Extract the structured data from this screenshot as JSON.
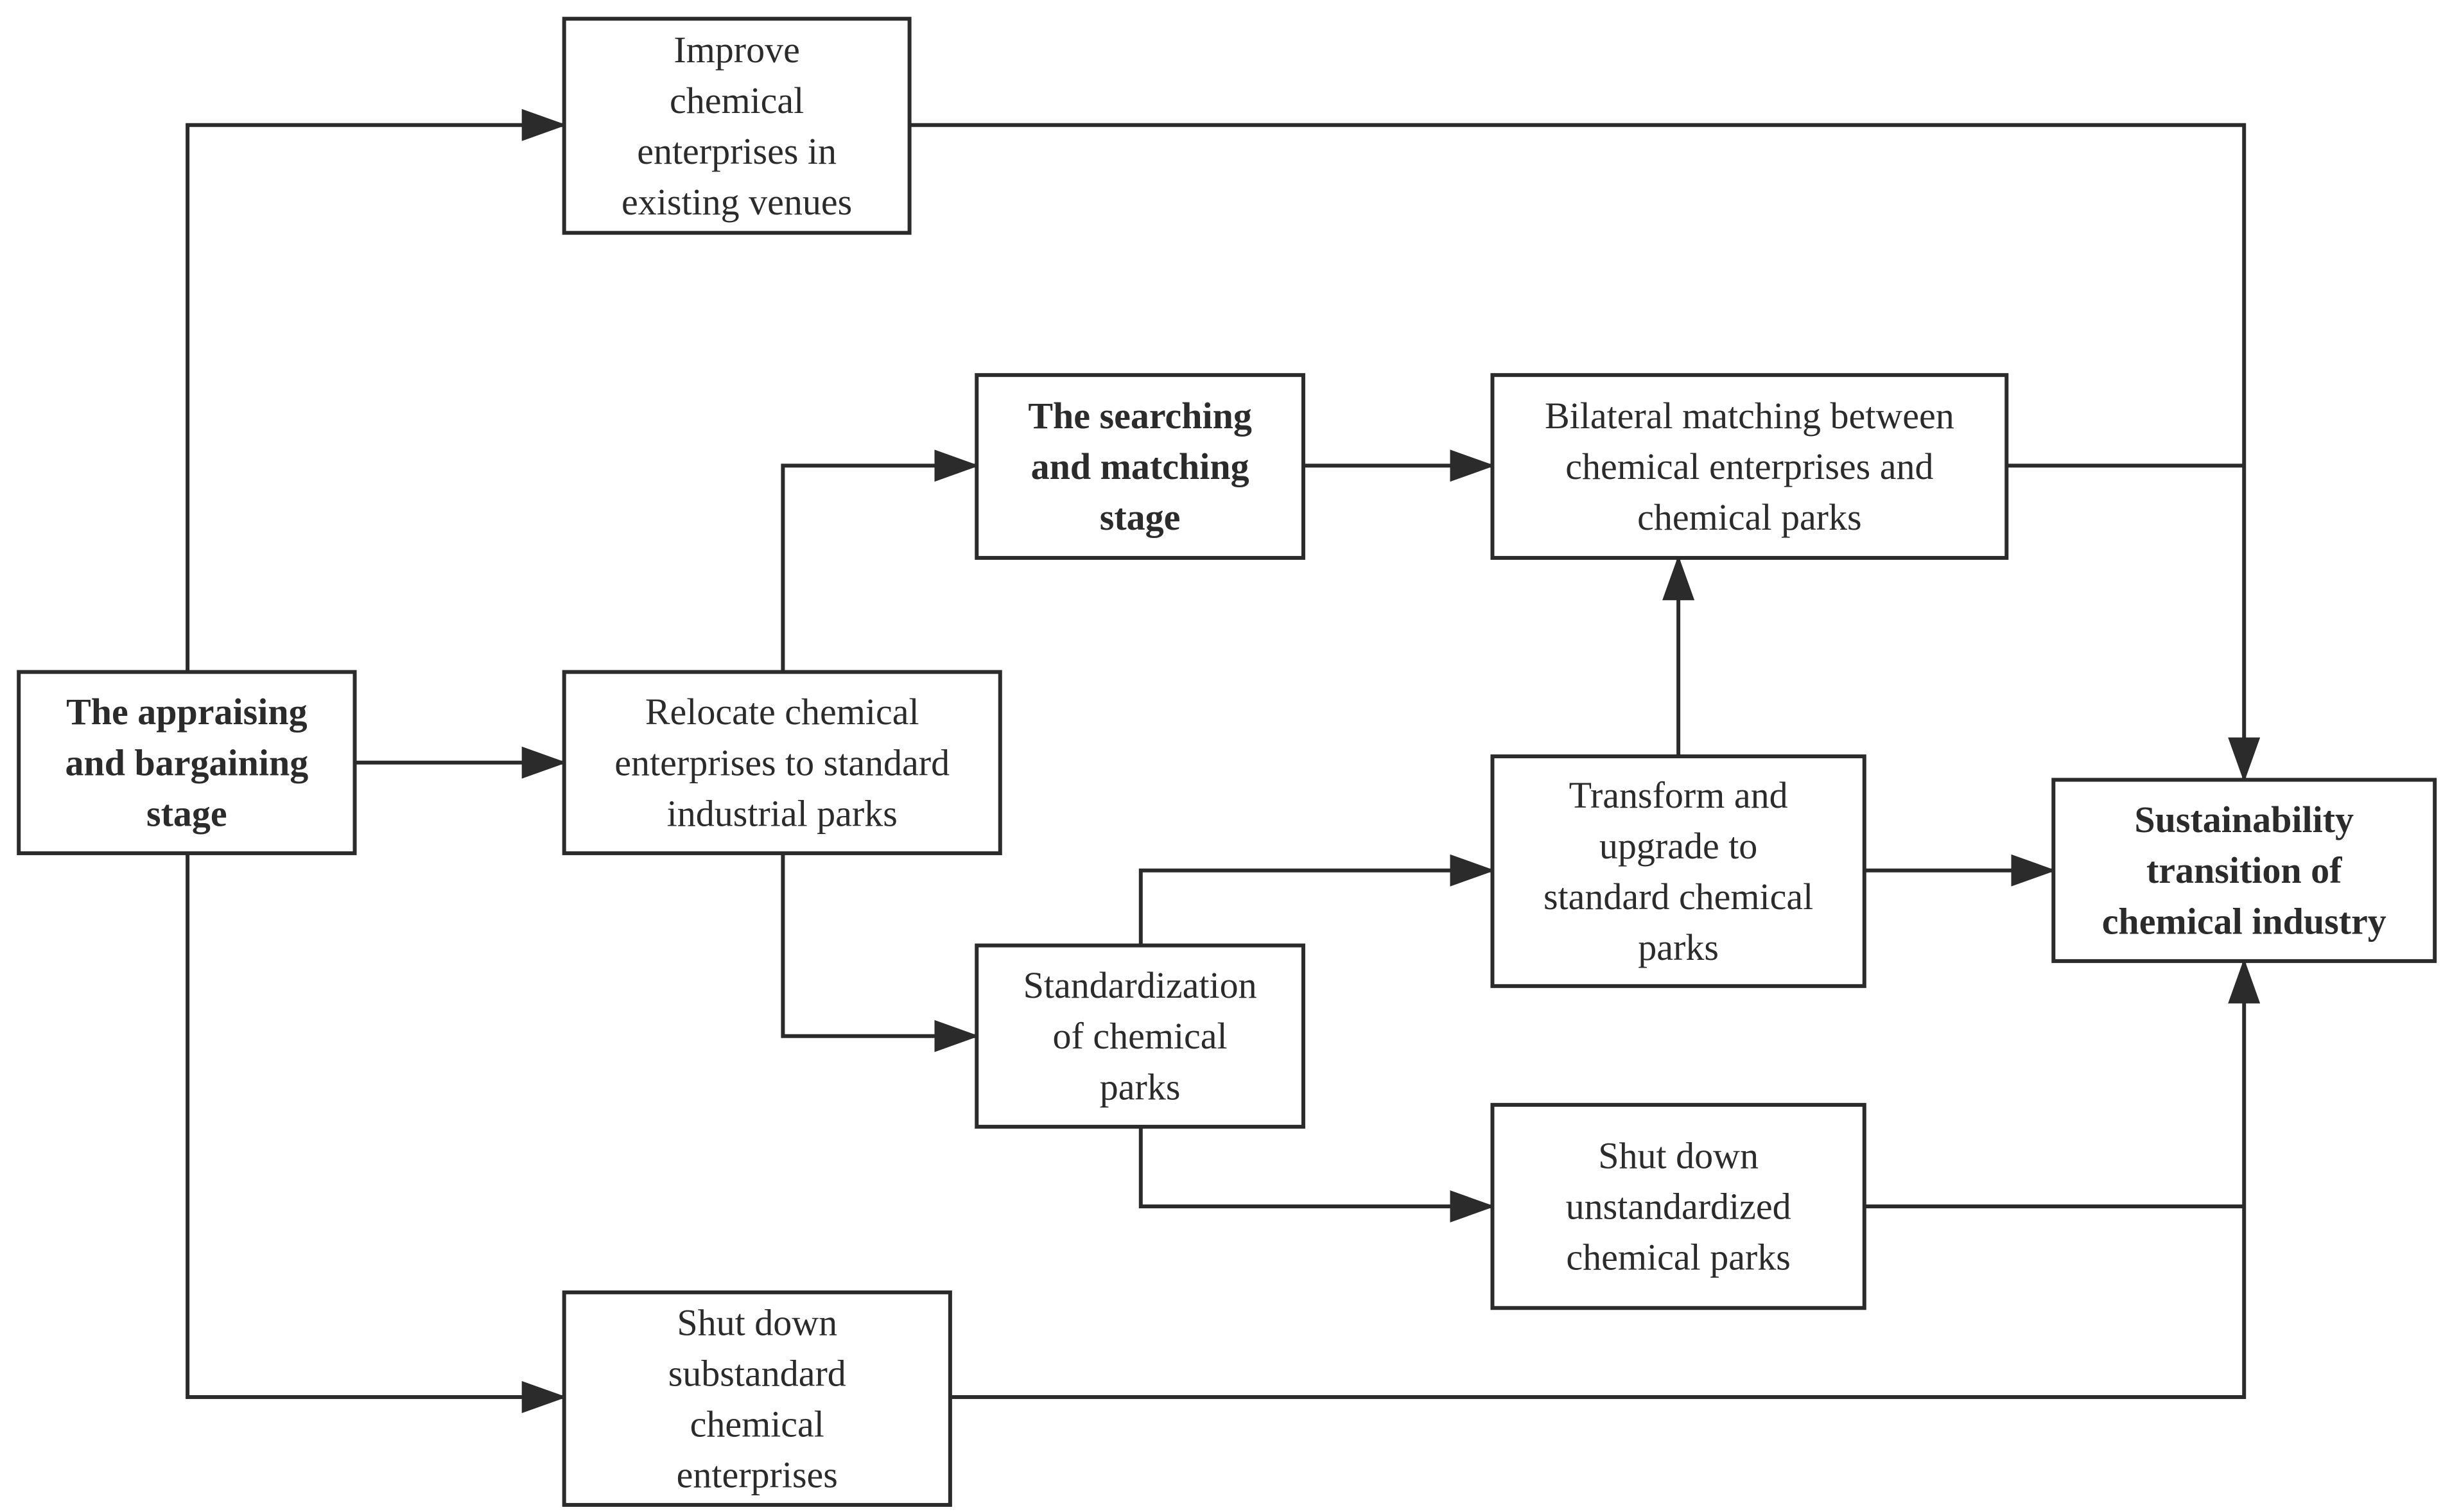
{
  "colors": {
    "stroke": "#2b2b2b",
    "fill": "#ffffff",
    "text": "#2b2b2b"
  },
  "nodes": {
    "appraising": {
      "lines": [
        "The appraising",
        "and bargaining",
        "stage"
      ],
      "bold": true
    },
    "improve": {
      "lines": [
        "Improve",
        "chemical",
        "enterprises in",
        "existing venues"
      ],
      "bold": false
    },
    "relocate": {
      "lines": [
        "Relocate chemical",
        "enterprises to standard",
        "industrial parks"
      ],
      "bold": false
    },
    "shut_substandard": {
      "lines": [
        "Shut down",
        "substandard",
        "chemical",
        "enterprises"
      ],
      "bold": false
    },
    "searching": {
      "lines": [
        "The searching",
        "and matching",
        "stage"
      ],
      "bold": true
    },
    "standardization": {
      "lines": [
        "Standardization",
        "of chemical",
        "parks"
      ],
      "bold": false
    },
    "bilateral": {
      "lines": [
        "Bilateral matching between",
        "chemical enterprises and",
        "chemical parks"
      ],
      "bold": false
    },
    "transform": {
      "lines": [
        "Transform and",
        "upgrade to",
        "standard chemical",
        "parks"
      ],
      "bold": false
    },
    "shut_unstandardized": {
      "lines": [
        "Shut down",
        "unstandardized",
        "chemical parks"
      ],
      "bold": false
    },
    "sustainability": {
      "lines": [
        "Sustainability",
        "transition of",
        "chemical industry"
      ],
      "bold": true
    }
  },
  "edges": [
    {
      "from": "appraising",
      "to": "improve"
    },
    {
      "from": "appraising",
      "to": "relocate"
    },
    {
      "from": "appraising",
      "to": "shut_substandard"
    },
    {
      "from": "relocate",
      "to": "searching"
    },
    {
      "from": "relocate",
      "to": "standardization"
    },
    {
      "from": "searching",
      "to": "bilateral"
    },
    {
      "from": "standardization",
      "to": "transform"
    },
    {
      "from": "standardization",
      "to": "shut_unstandardized"
    },
    {
      "from": "transform",
      "to": "bilateral"
    },
    {
      "from": "transform",
      "to": "sustainability"
    },
    {
      "from": "improve",
      "to": "sustainability"
    },
    {
      "from": "bilateral",
      "to": "sustainability"
    },
    {
      "from": "shut_unstandardized",
      "to": "sustainability"
    },
    {
      "from": "shut_substandard",
      "to": "sustainability"
    }
  ]
}
